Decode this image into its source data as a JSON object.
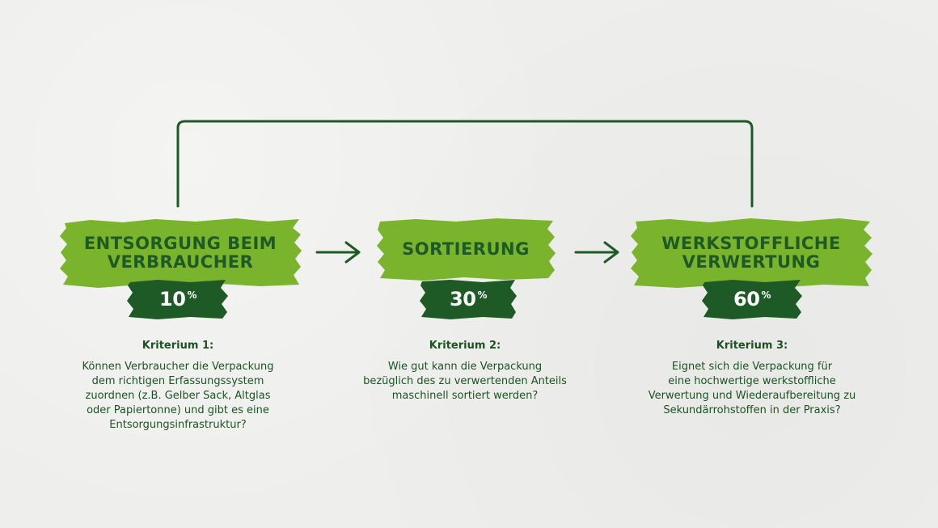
{
  "colors": {
    "background": "#eeeeec",
    "light_green": "#7ab32c",
    "dark_green": "#1e5a25",
    "text": "#1d5223",
    "percent_text": "#ffffff"
  },
  "steps": [
    {
      "title": "Entsorgung beim\nVerbraucher",
      "percent": "10",
      "percent_symbol": "%",
      "criterion_title": "Kriterium 1:",
      "criterion_text": "Können Verbraucher die Verpackung\ndem richtigen Erfassungssystem\nzuordnen (z.B. Gelber Sack, Altglas\noder Papiertonne) und gibt es eine\nEntsorgungsinfrastruktur?"
    },
    {
      "title": "Sortierung",
      "percent": "30",
      "percent_symbol": "%",
      "criterion_title": "Kriterium 2:",
      "criterion_text": "Wie gut kann die Verpackung\nbezüglich des zu verwertenden Anteils\nmaschinell sortiert werden?"
    },
    {
      "title": "Werkstoffliche\nVerwertung",
      "percent": "60",
      "percent_symbol": "%",
      "criterion_title": "Kriterium 3:",
      "criterion_text": "Eignet sich die Verpackung für\neine hochwertige werkstoffliche\nVerwertung und Wiederaufbereitung zu\nSekundärrohstoffen in der Praxis?"
    }
  ],
  "arrows": [
    "step1-to-step2",
    "step2-to-step3"
  ],
  "loop_connector": "step3-back-to-step1"
}
